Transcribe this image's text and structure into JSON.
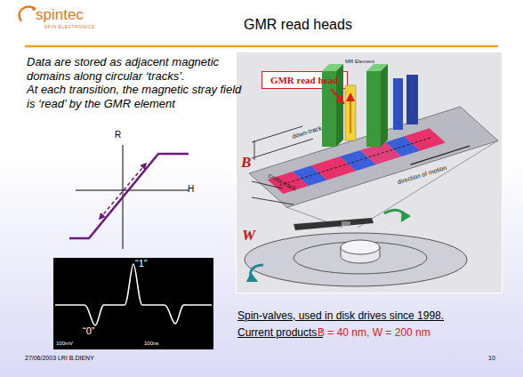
{
  "diagram": {
    "title": "GMR read heads",
    "nodes": [
      {
        "text": [
          "MR Element",
          "down-track",
          "cross-track",
          "direction of motion",
          "B",
          "W"
        ]
      },
      {
        "text": [
          "GMR read head"
        ],
        "in": 0
      },
      {
        "text": [
          "“1”",
          "“0”",
          "100mV",
          "100ns"
        ]
      }
    ],
    "labels": [
      "spintec",
      "SPIN ELECTRONICS",
      "Data are stored as adjacent magnetic domains along circular ‘tracks’.",
      "At each transition, the magnetic stray field is ‘read’ by the GMR element",
      "R",
      "H",
      "Spin-valves, used in disk drives since 1998.",
      "Current products :",
      "B = 40 nm, W = 200 nm",
      "27/06/2003 LRI B.DIENY",
      "10"
    ]
  }
}
